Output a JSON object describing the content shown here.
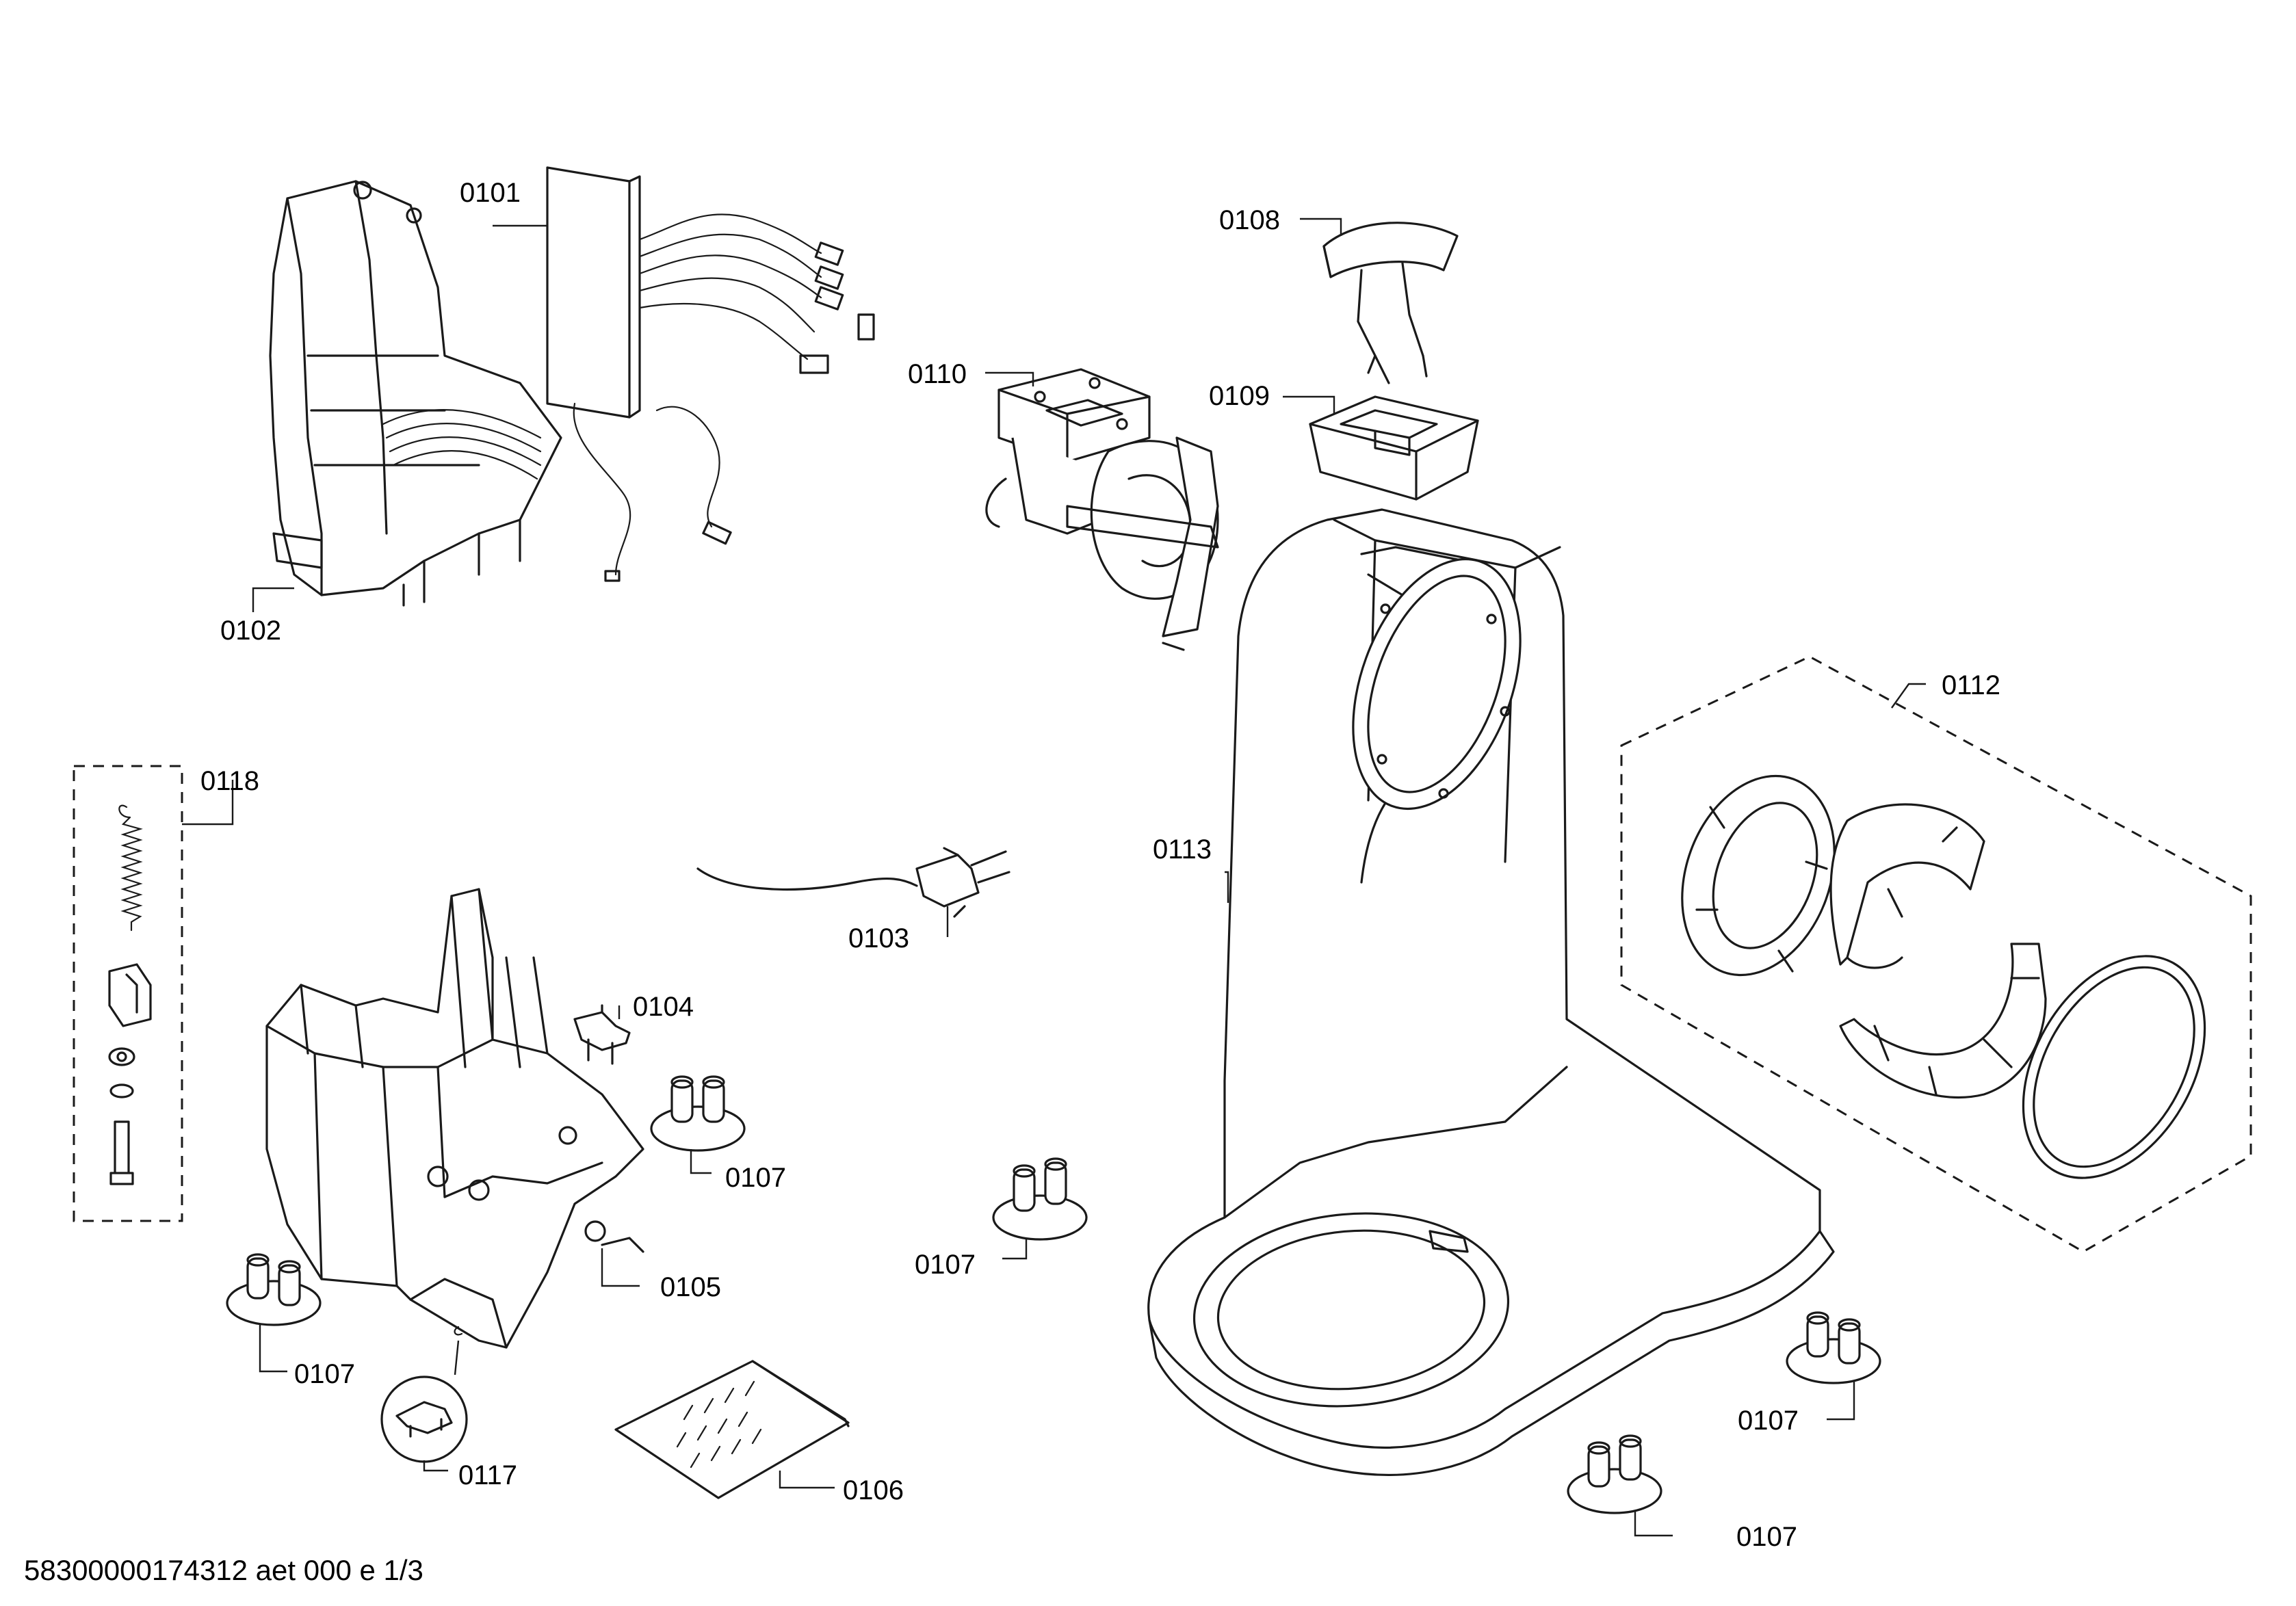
{
  "document": {
    "footer_text": "58300000174312 aet 000 e 1/3"
  },
  "callouts": {
    "c0101": "0101",
    "c0102": "0102",
    "c0103": "0103",
    "c0104": "0104",
    "c0105": "0105",
    "c0106": "0106",
    "c0107_a": "0107",
    "c0107_b": "0107",
    "c0107_c": "0107",
    "c0107_d": "0107",
    "c0107_e": "0107",
    "c0108": "0108",
    "c0109": "0109",
    "c0110": "0110",
    "c0112": "0112",
    "c0113": "0113",
    "c0117": "0117",
    "c0118": "0118"
  },
  "colors": {
    "line": "#1a1a1a",
    "background": "#ffffff"
  }
}
